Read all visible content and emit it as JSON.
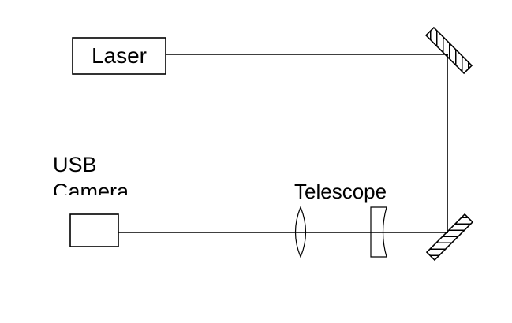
{
  "diagram": {
    "laser_label": "Laser",
    "camera_label_line1": "USB",
    "camera_label_line2": "Camera",
    "telescope_label": "Telescope"
  },
  "colors": {
    "line": "#000000",
    "background": "#ffffff"
  },
  "components": {
    "laser": "laser-box",
    "mirror_top": "mirror-icon",
    "mirror_bottom": "mirror-icon",
    "lens_convex": "convex-lens-icon",
    "lens_concave": "concave-lens-icon",
    "camera": "camera-box"
  }
}
